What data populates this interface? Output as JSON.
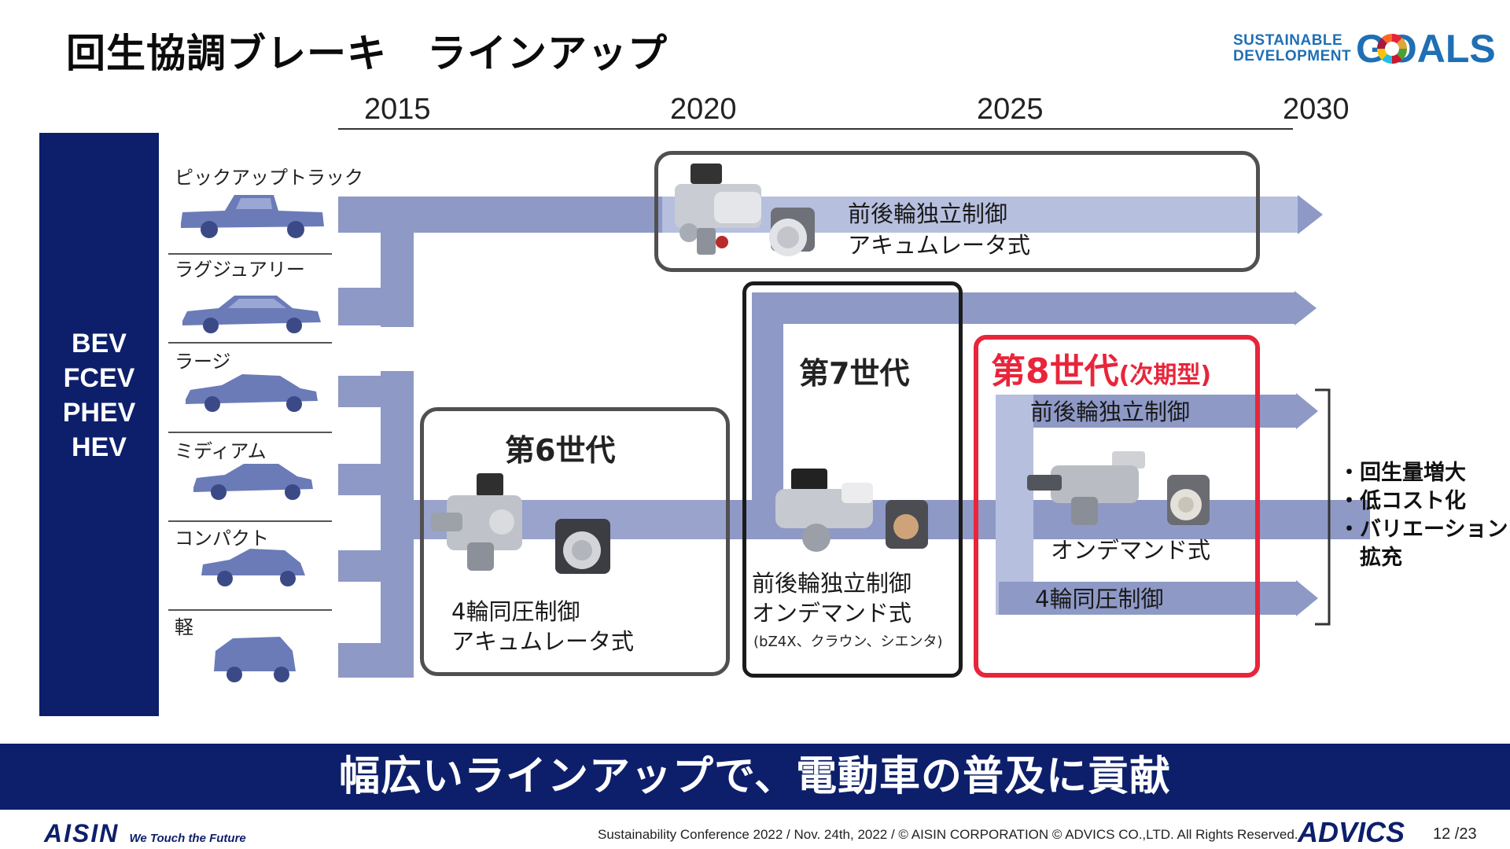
{
  "title": "回生協調ブレーキ　ラインアップ",
  "sdg": {
    "line1": "SUSTAINABLE",
    "line2": "DEVELOPMENT",
    "goals": "GOALS"
  },
  "timeline": {
    "years": [
      "2015",
      "2020",
      "2025",
      "2030"
    ]
  },
  "fuel_types": [
    "BEV",
    "FCEV",
    "PHEV",
    "HEV"
  ],
  "vehicle_categories": [
    "ピックアップトラック",
    "ラグジュアリー",
    "ラージ",
    "ミディアム",
    "コンパクト",
    "軽"
  ],
  "generations": {
    "prev": {
      "line1": "前後輪独立制御",
      "line2": "アキュムレータ式"
    },
    "gen6": {
      "title": "第6世代",
      "line1": "4輪同圧制御",
      "line2": "アキュムレータ式"
    },
    "gen7": {
      "title": "第7世代",
      "line1": "前後輪独立制御",
      "line2": "オンデマンド式",
      "note": "(bZ4X、クラウン、シエンタ)"
    },
    "gen8": {
      "title": "第8世代",
      "title_suffix": "(次期型)",
      "top": "前後輪独立制御",
      "middle": "オンデマンド式",
      "bottom": "4輪同圧制御"
    }
  },
  "benefits": [
    "・回生量増大",
    "・低コスト化",
    "・バリエーション",
    "　拡充"
  ],
  "banner": "幅広いラインアップで、電動車の普及に貢献",
  "footer": {
    "aisin_logo": "AISIN",
    "aisin_tagline": "We Touch the Future",
    "copyright": "Sustainability Conference 2022 / Nov. 24th, 2022 / © AISIN CORPORATION © ADVICS CO.,LTD. All Rights Reserved.",
    "advics_logo": "ADVICS",
    "page": "12 /23"
  },
  "colors": {
    "navy": "#0d1f6b",
    "band": "#8e99c6",
    "band_light": "#b7bfdf",
    "accent_red": "#e8253b",
    "sdg_blue": "#1f6fb5"
  },
  "icons": [
    "brake-actuator-icon",
    "car-silhouette-icon",
    "bracket-icon",
    "sdg-wheel-icon"
  ]
}
